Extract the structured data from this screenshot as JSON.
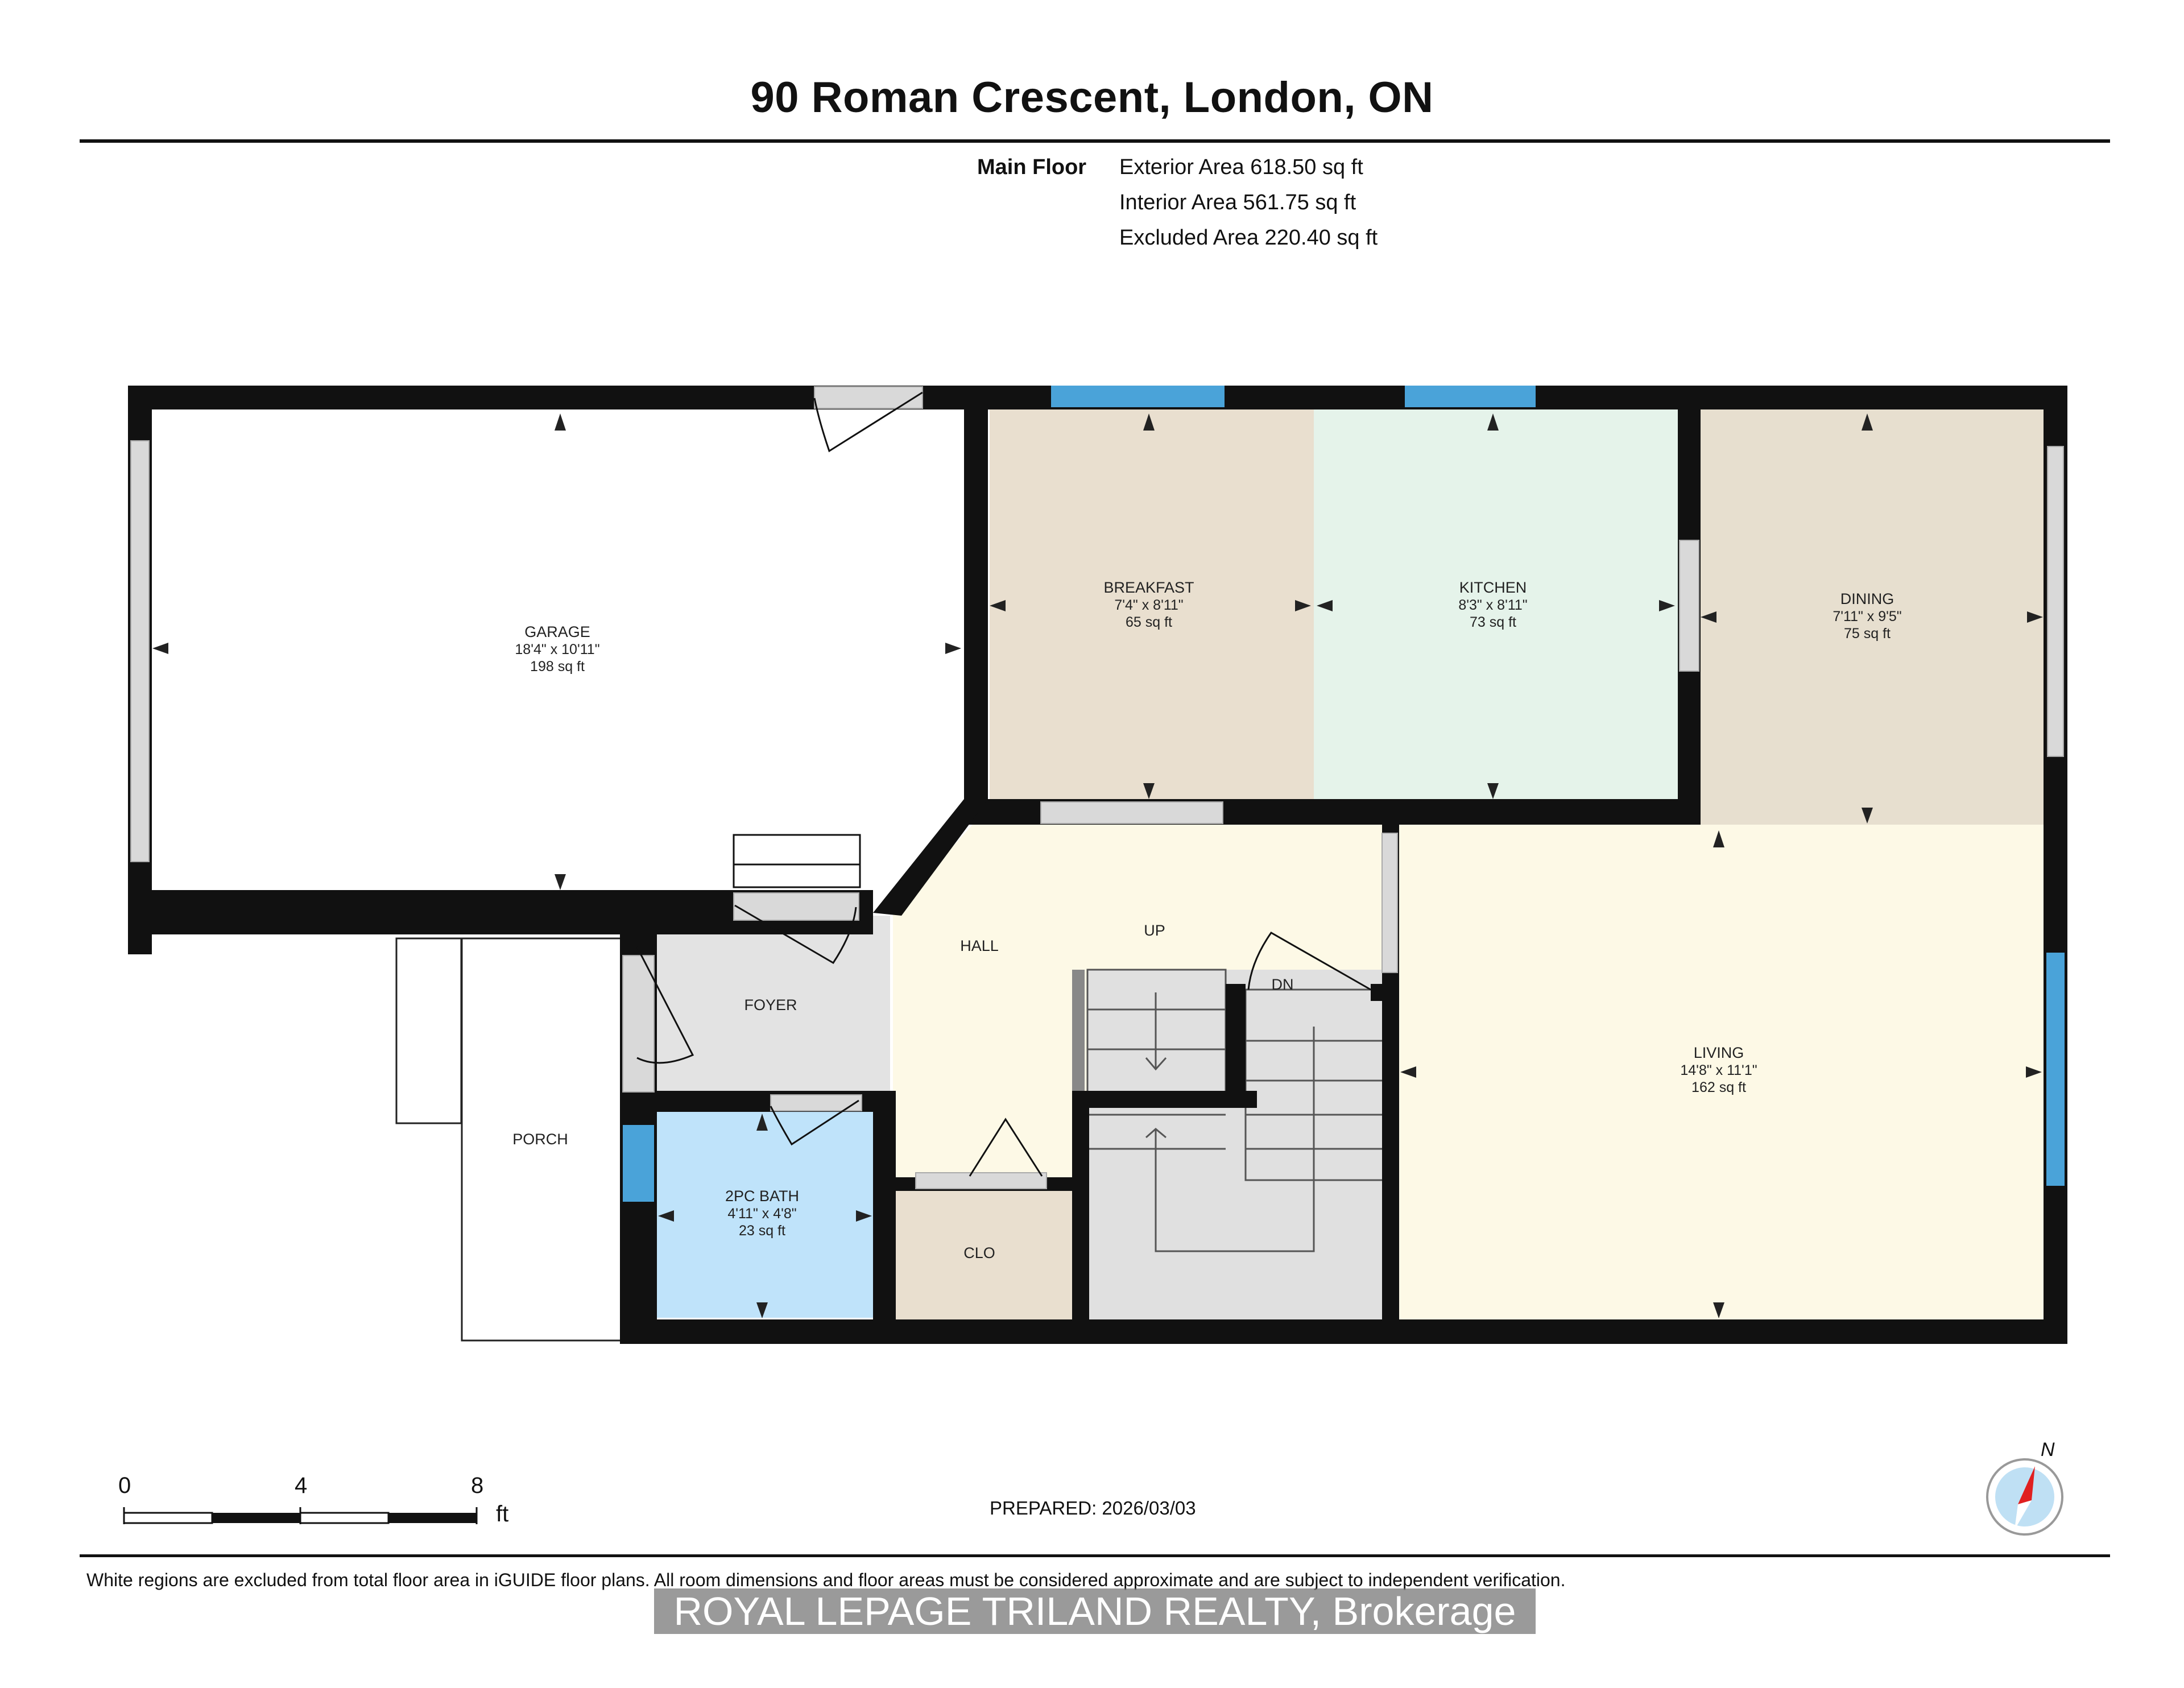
{
  "header": {
    "title": "90 Roman Crescent, London, ON"
  },
  "areas": {
    "floor_label": "Main Floor",
    "exterior": "Exterior Area 618.50 sq ft",
    "interior": "Interior Area 561.75 sq ft",
    "excluded": "Excluded Area 220.40 sq ft"
  },
  "rooms": {
    "garage": {
      "name": "GARAGE",
      "dims": "18'4\" x 10'11\"",
      "area": "198 sq ft"
    },
    "breakfast": {
      "name": "BREAKFAST",
      "dims": "7'4\" x 8'11\"",
      "area": "65 sq ft"
    },
    "kitchen": {
      "name": "KITCHEN",
      "dims": "8'3\" x 8'11\"",
      "area": "73 sq ft"
    },
    "dining": {
      "name": "DINING",
      "dims": "7'11\" x 9'5\"",
      "area": "75 sq ft"
    },
    "living": {
      "name": "LIVING",
      "dims": "14'8\" x 11'1\"",
      "area": "162 sq ft"
    },
    "bath": {
      "name": "2PC BATH",
      "dims": "4'11\" x 4'8\"",
      "area": "23 sq ft"
    },
    "hall": {
      "name": "HALL"
    },
    "foyer": {
      "name": "FOYER"
    },
    "porch": {
      "name": "PORCH"
    },
    "closet": {
      "name": "CLO"
    },
    "stairs_up": {
      "name": "UP"
    },
    "stairs_down": {
      "name": "DN"
    }
  },
  "colors": {
    "wall": "#111111",
    "window": "#4aa3d9",
    "opening": "#d9d9d9",
    "breakfast": "#e9dfcf",
    "kitchen": "#e5f3ea",
    "dining": "#e7dfcf",
    "hall_living": "#fdf9e6",
    "foyer": "#e3e3e3",
    "bath": "#bfe3fa",
    "closet": "#e9dfcf",
    "stairs": "#e0e0e0",
    "compass_needle": "#e02020"
  },
  "scale": {
    "labels": [
      "0",
      "4",
      "8"
    ],
    "unit": "ft"
  },
  "compass": {
    "label": "N"
  },
  "footer": {
    "prepared": "PREPARED: 2026/03/03",
    "disclaimer": "White regions are excluded from total floor area in iGUIDE floor plans. All room dimensions and floor areas must be considered approximate and are subject to independent verification.",
    "watermark": "ROYAL LEPAGE TRILAND REALTY, Brokerage"
  }
}
